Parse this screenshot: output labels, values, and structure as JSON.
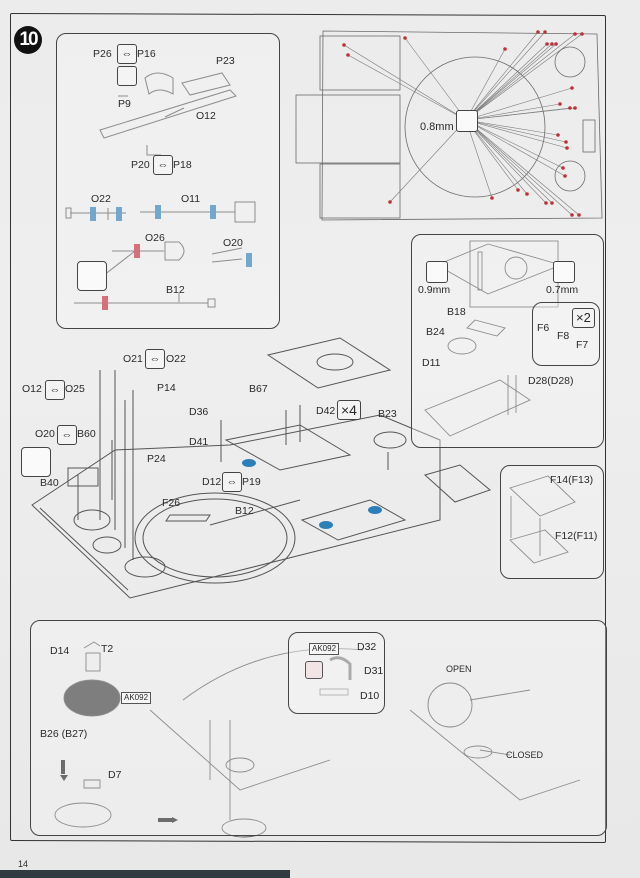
{
  "step": {
    "number": "10"
  },
  "page_number": "14",
  "colors": {
    "accent_blue": "#2c7fb8",
    "accent_red": "#c8283a",
    "line": "#444444",
    "drill_dot": "#c0303a"
  },
  "tools_panel": {
    "swap_labels": [
      {
        "from": "P26",
        "to": "P16"
      },
      {
        "from": "P20",
        "to": "P18"
      }
    ],
    "parts": [
      "P23",
      "P9",
      "O12"
    ],
    "tool_row_1": [
      "O22",
      "O11"
    ],
    "tool_row_2": [
      "O26",
      "O20"
    ],
    "tool_row_3": [
      "B12"
    ],
    "icons": [
      "swap-arrow-icon",
      "bend-icon",
      "knife-icon"
    ]
  },
  "drill_plan": {
    "drill_size": "0.8mm",
    "icon": "drill-bit-icon"
  },
  "hatch_panel": {
    "drill_left": "0.9mm",
    "drill_right": "0.7mm",
    "parts": [
      "B18",
      "B24",
      "D11",
      "D28(D28)"
    ],
    "subassembly": {
      "parts": [
        "F6",
        "F8",
        "F7"
      ],
      "multiplier": "×2"
    }
  },
  "main_assembly": {
    "labels": [
      {
        "id": "o21-o22",
        "from": "O21",
        "to": "O22",
        "swap": true
      },
      {
        "id": "p14",
        "text": "P14"
      },
      {
        "id": "o12-o25",
        "from": "O12",
        "to": "O25",
        "swap": true
      },
      {
        "id": "o20-b60",
        "from": "O20",
        "to": "B60",
        "swap": true
      },
      {
        "id": "p24",
        "text": "P24"
      },
      {
        "id": "b40",
        "text": "B40"
      },
      {
        "id": "d36",
        "text": "D36"
      },
      {
        "id": "d41",
        "text": "D41"
      },
      {
        "id": "b67",
        "text": "B67"
      },
      {
        "id": "d42",
        "text": "D42"
      },
      {
        "id": "b23",
        "text": "B23"
      },
      {
        "id": "d12-p19",
        "from": "D12",
        "to": "P19",
        "swap": true
      },
      {
        "id": "f26",
        "text": "F26"
      },
      {
        "id": "b12",
        "text": "B12"
      }
    ],
    "d42_multiplier": "×4"
  },
  "grille_panel": {
    "parts": [
      "F14(F13)",
      "F12(F11)"
    ]
  },
  "bottom_panel": {
    "hatch_parts": [
      "D14",
      "T2",
      "B26 (B27)",
      "D7"
    ],
    "paint_code": "AK092",
    "periscope_parts": [
      "D32",
      "D31",
      "D10"
    ],
    "periscope_paint_code": "AK092",
    "states": [
      "OPEN",
      "CLOSED"
    ]
  }
}
